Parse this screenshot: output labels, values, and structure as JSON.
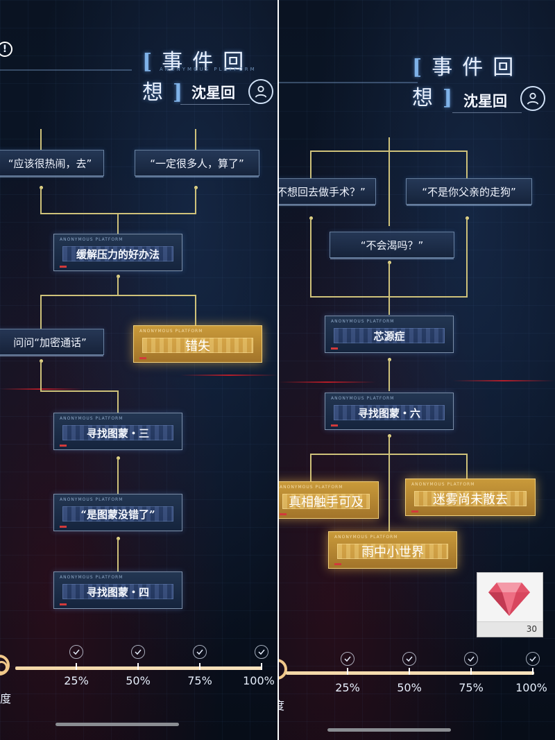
{
  "colors": {
    "accent_gold": "#f2d07a",
    "connector": "#cfc27a",
    "progress": "#f3d7a6"
  },
  "left": {
    "title": "事件回想",
    "title_sub": "ANONYMOUS PLATFORM",
    "character": "沈星回",
    "choices": {
      "c1": "“应该很热闹，去”",
      "c2": "“一定很多人，算了”",
      "c3": "问问“加密通话”"
    },
    "nodes": {
      "n1": "缓解压力的好办法",
      "n2": "错失",
      "n3": "寻找图蒙・三",
      "n4": "“是图蒙没错了”",
      "n5": "寻找图蒙・四"
    },
    "node_header": "ANONYMOUS PLATFORM",
    "progress": {
      "value_percent": 100,
      "label": "度",
      "marks": [
        "25%",
        "50%",
        "75%",
        "100%"
      ]
    }
  },
  "right": {
    "title": "事件回想",
    "character": "沈星回",
    "choices": {
      "c1": "不想回去做手术？”",
      "c2": "“不是你父亲的走狗”",
      "c3": "“不会渴吗？”"
    },
    "nodes": {
      "n1": "芯源症",
      "n2": "寻找图蒙・六",
      "n3": "真相触手可及",
      "n4": "迷雾尚未散去",
      "n5": "雨中小世界"
    },
    "node_header": "ANONYMOUS PLATFORM",
    "reward": {
      "icon": "ruby-gem-icon",
      "count": "30"
    },
    "progress": {
      "value_percent": 100,
      "label": "度",
      "marks": [
        "25%",
        "50%",
        "75%",
        "100%"
      ]
    }
  }
}
